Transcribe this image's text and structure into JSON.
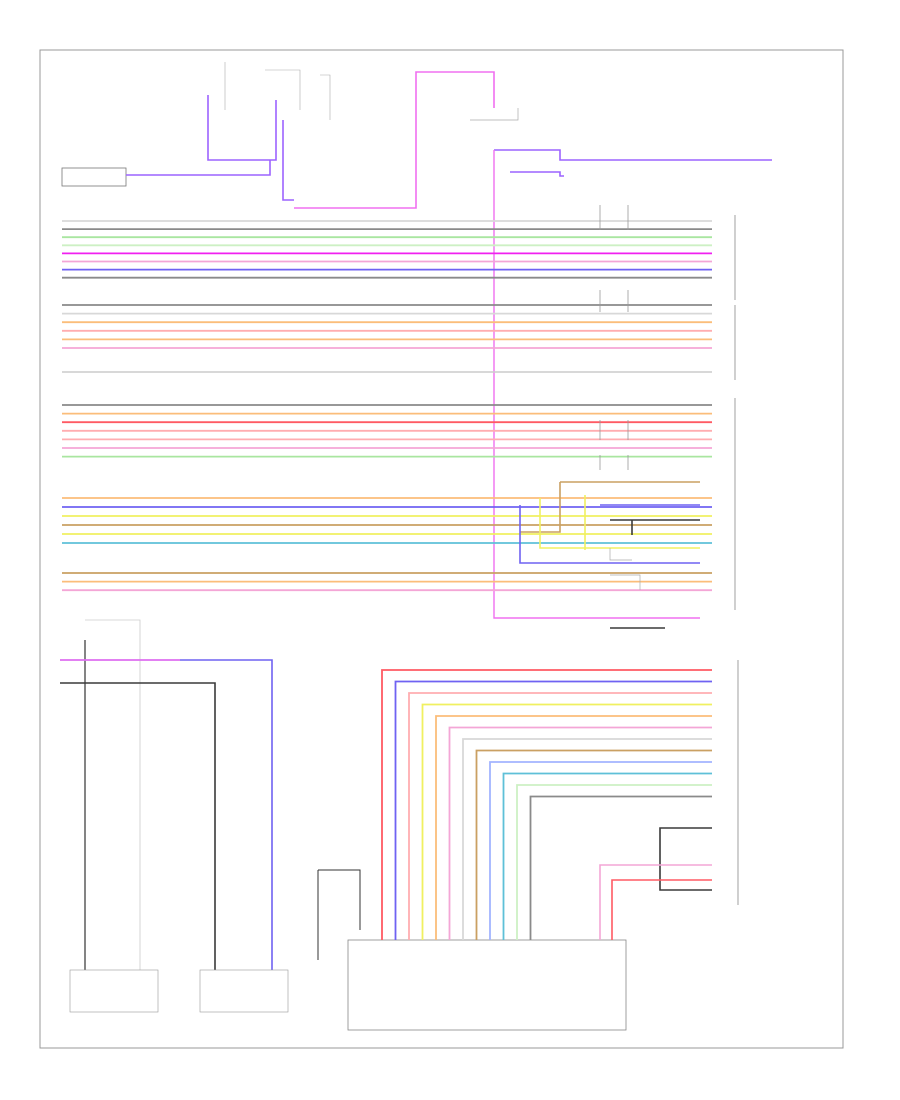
{
  "colors": {
    "GRY": "#8a8a8a",
    "WHT": "#d8d8d8",
    "GRN": "#a9e6a0",
    "LTGRN": "#cdf0c4",
    "PNK": "#f4a6d6",
    "MAG": "#f020f0",
    "BLU": "#6f62f2",
    "VIO": "#9c63ff",
    "ORG": "#fbbd7a",
    "RED": "#ff5a63",
    "LTRED": "#ffadb0",
    "YEL": "#f0f060",
    "TAN": "#caa062",
    "LTBLU": "#a2b4ff",
    "CYN": "#5ec0d8",
    "BLK": "#3a3a3a"
  },
  "page": {
    "corner_ref": "",
    "top_ref": ""
  },
  "components": {
    "left_top_box": "",
    "right_module": "",
    "right_mid_module": "",
    "bottom_unit": "",
    "bottom_left_1": "",
    "bottom_left_2": "",
    "bottom_middle": "",
    "right_bottom_module": ""
  },
  "bus": {
    "group1": [
      {
        "color": "WHT",
        "code": ""
      },
      {
        "color": "GRY",
        "code": ""
      },
      {
        "color": "GRN",
        "code": ""
      },
      {
        "color": "LTGRN",
        "code": ""
      },
      {
        "color": "MAG",
        "code": ""
      },
      {
        "color": "PNK",
        "code": ""
      },
      {
        "color": "BLU",
        "code": ""
      },
      {
        "color": "GRY",
        "code": ""
      }
    ],
    "group2": [
      {
        "color": "GRY",
        "code": ""
      },
      {
        "color": "WHT",
        "code": ""
      },
      {
        "color": "ORG",
        "code": ""
      },
      {
        "color": "LTRED",
        "code": ""
      },
      {
        "color": "ORG",
        "code": ""
      },
      {
        "color": "PNK",
        "code": ""
      }
    ],
    "group3": [
      {
        "color": "GRY",
        "code": ""
      },
      {
        "color": "ORG",
        "code": ""
      },
      {
        "color": "RED",
        "code": ""
      },
      {
        "color": "LTRED",
        "code": ""
      },
      {
        "color": "LTRED",
        "code": ""
      },
      {
        "color": "PNK",
        "code": ""
      },
      {
        "color": "GRN",
        "code": ""
      }
    ],
    "group4": [
      {
        "color": "ORG",
        "code": ""
      },
      {
        "color": "BLU",
        "code": ""
      },
      {
        "color": "YEL",
        "code": ""
      },
      {
        "color": "TAN",
        "code": ""
      },
      {
        "color": "YEL",
        "code": ""
      },
      {
        "color": "CYN",
        "code": ""
      }
    ],
    "group5": [
      {
        "color": "TAN",
        "code": ""
      },
      {
        "color": "ORG",
        "code": ""
      },
      {
        "color": "PNK",
        "code": ""
      }
    ],
    "lower_right": [
      {
        "color": "RED",
        "code": ""
      },
      {
        "color": "BLU",
        "code": ""
      },
      {
        "color": "LTRED",
        "code": ""
      },
      {
        "color": "YEL",
        "code": ""
      },
      {
        "color": "ORG",
        "code": ""
      },
      {
        "color": "PNK",
        "code": ""
      },
      {
        "color": "WHT",
        "code": ""
      },
      {
        "color": "TAN",
        "code": ""
      },
      {
        "color": "LTBLU",
        "code": ""
      },
      {
        "color": "CYN",
        "code": ""
      },
      {
        "color": "LTGRN",
        "code": ""
      },
      {
        "color": "GRY",
        "code": ""
      }
    ]
  }
}
